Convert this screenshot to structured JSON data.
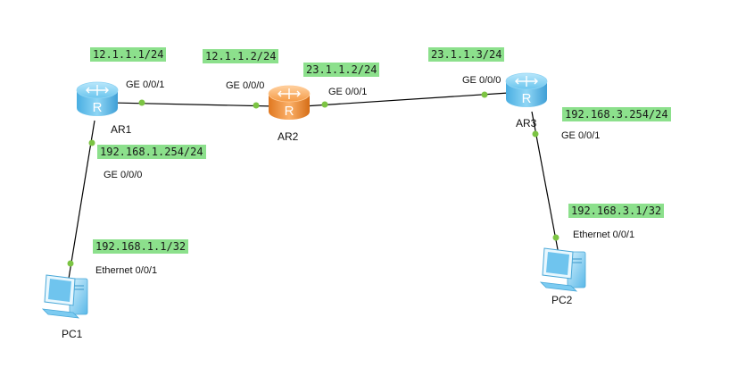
{
  "colors": {
    "link": "#000000",
    "port_dot": "#7cc443",
    "ip_label_bg": "#8ce08c",
    "router_blue": "#5bb8ea",
    "router_orange": "#f08a2c",
    "pc_blue": "#6cc3ef"
  },
  "devices": {
    "ar1": {
      "name": "AR1",
      "icon": "router-icon"
    },
    "ar2": {
      "name": "AR2",
      "icon": "router-icon"
    },
    "ar3": {
      "name": "AR3",
      "icon": "router-icon"
    },
    "pc1": {
      "name": "PC1",
      "icon": "pc-icon"
    },
    "pc2": {
      "name": "PC2",
      "icon": "pc-icon"
    }
  },
  "ports": {
    "ar1_ge001": "GE 0/0/1",
    "ar1_ge000": "GE 0/0/0",
    "ar2_ge000": "GE 0/0/0",
    "ar2_ge001": "GE 0/0/1",
    "ar3_ge000": "GE 0/0/0",
    "ar3_ge001": "GE 0/0/1",
    "pc1_eth": "Ethernet 0/0/1",
    "pc2_eth": "Ethernet 0/0/1"
  },
  "ips": {
    "ar1_ge001": "12.1.1.1/24",
    "ar2_ge000": "12.1.1.2/24",
    "ar2_ge001": "23.1.1.2/24",
    "ar3_ge000": "23.1.1.3/24",
    "ar1_ge000": "192.168.1.254/24",
    "pc1": "192.168.1.1/32",
    "ar3_ge001": "192.168.3.254/24",
    "pc2": "192.168.3.1/32"
  }
}
